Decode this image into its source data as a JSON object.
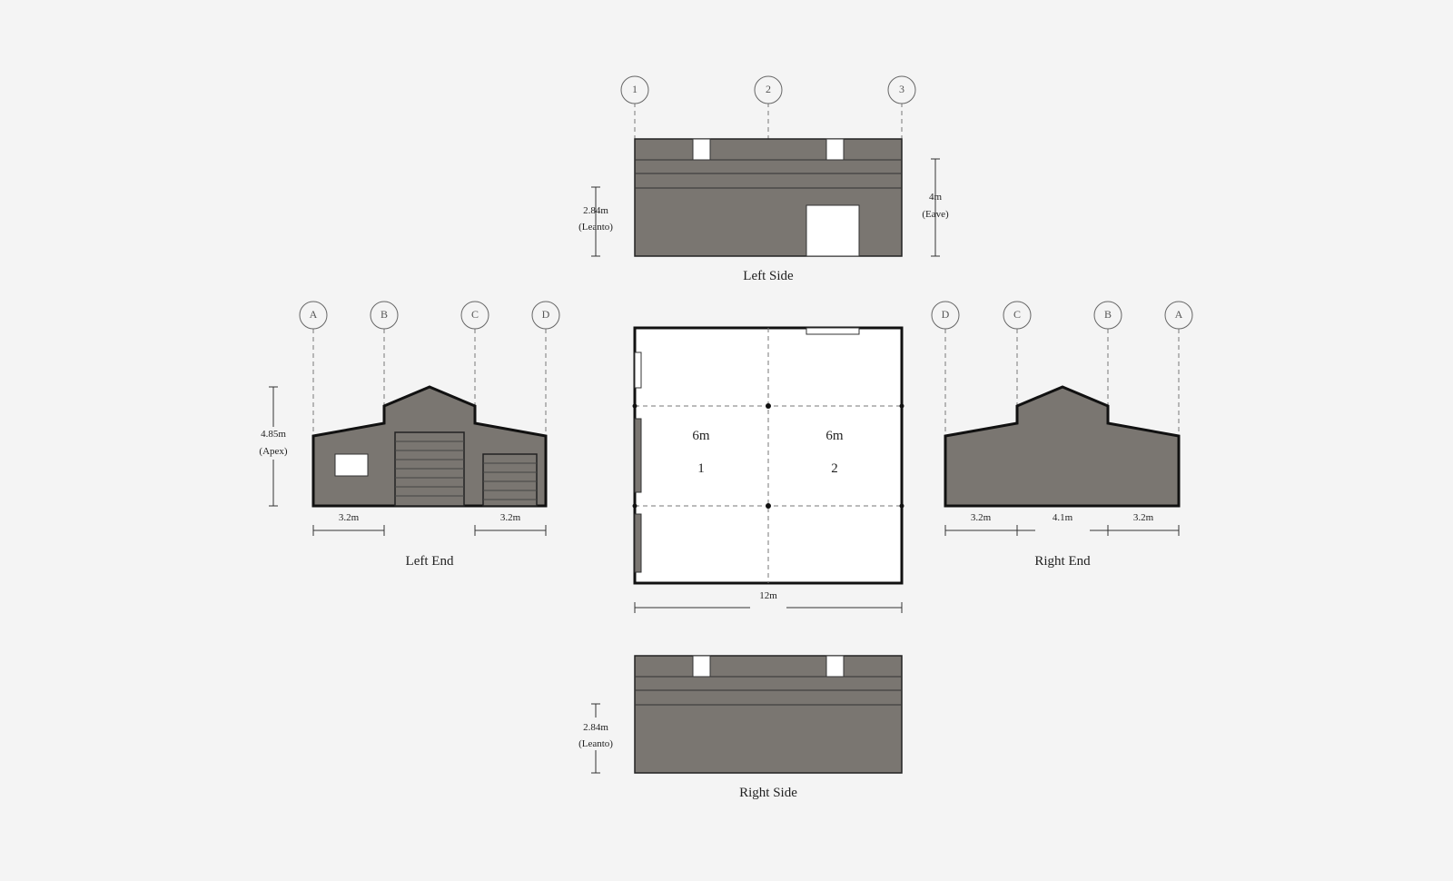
{
  "views": {
    "left_side": {
      "title": "Left Side",
      "leanto_height": "2.84m",
      "leanto_note": "(Leanto)",
      "eave_height": "4m",
      "eave_note": "(Eave)",
      "grid": [
        "1",
        "2",
        "3"
      ]
    },
    "right_side": {
      "title": "Right Side",
      "leanto_height": "2.84m",
      "leanto_note": "(Leanto)"
    },
    "left_end": {
      "title": "Left End",
      "apex_height": "4.85m",
      "apex_note": "(Apex)",
      "grid": [
        "A",
        "B",
        "C",
        "D"
      ],
      "dims": [
        "3.2m",
        "3.2m"
      ]
    },
    "right_end": {
      "title": "Right End",
      "grid": [
        "D",
        "C",
        "B",
        "A"
      ],
      "dims": [
        "3.2m",
        "4.1m",
        "3.2m"
      ]
    },
    "plan": {
      "bays": [
        {
          "width": "6m",
          "number": "1"
        },
        {
          "width": "6m",
          "number": "2"
        }
      ],
      "total_length": "12m"
    }
  },
  "colors": {
    "cladding": "#7a7671",
    "background": "#f4f4f4",
    "outline": "#222222"
  }
}
